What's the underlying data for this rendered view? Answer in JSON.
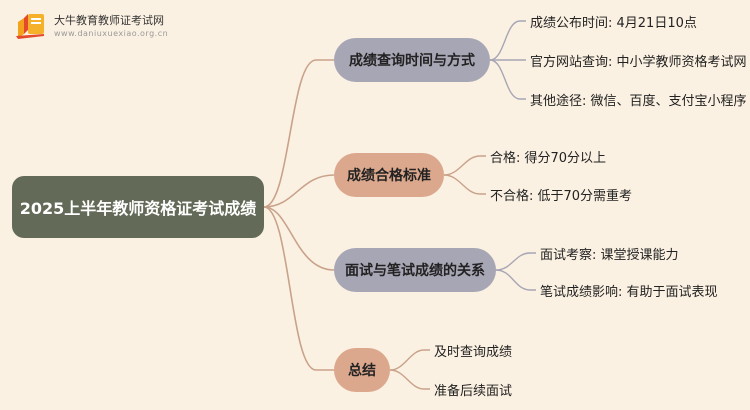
{
  "logo": {
    "name": "大牛教育教师证考试网",
    "url": "www.daniuxuexiao.org.cn"
  },
  "root": {
    "label": "2025上半年教师资格证考试成绩"
  },
  "branches": [
    {
      "label": "成绩查询时间与方式",
      "color": "#a7a6b5",
      "leaves": [
        "成绩公布时间: 4月21日10点",
        "官方网站查询: 中小学教师资格考试网",
        "其他途径: 微信、百度、支付宝小程序"
      ]
    },
    {
      "label": "成绩合格标准",
      "color": "#dba88d",
      "leaves": [
        "合格: 得分70分以上",
        "不合格: 低于70分需重考"
      ]
    },
    {
      "label": "面试与笔试成绩的关系",
      "color": "#a7a6b5",
      "leaves": [
        "面试考察: 课堂授课能力",
        "笔试成绩影响: 有助于面试表现"
      ]
    },
    {
      "label": "总结",
      "color": "#dba88d",
      "leaves": [
        "及时查询成绩",
        "准备后续面试"
      ]
    }
  ]
}
